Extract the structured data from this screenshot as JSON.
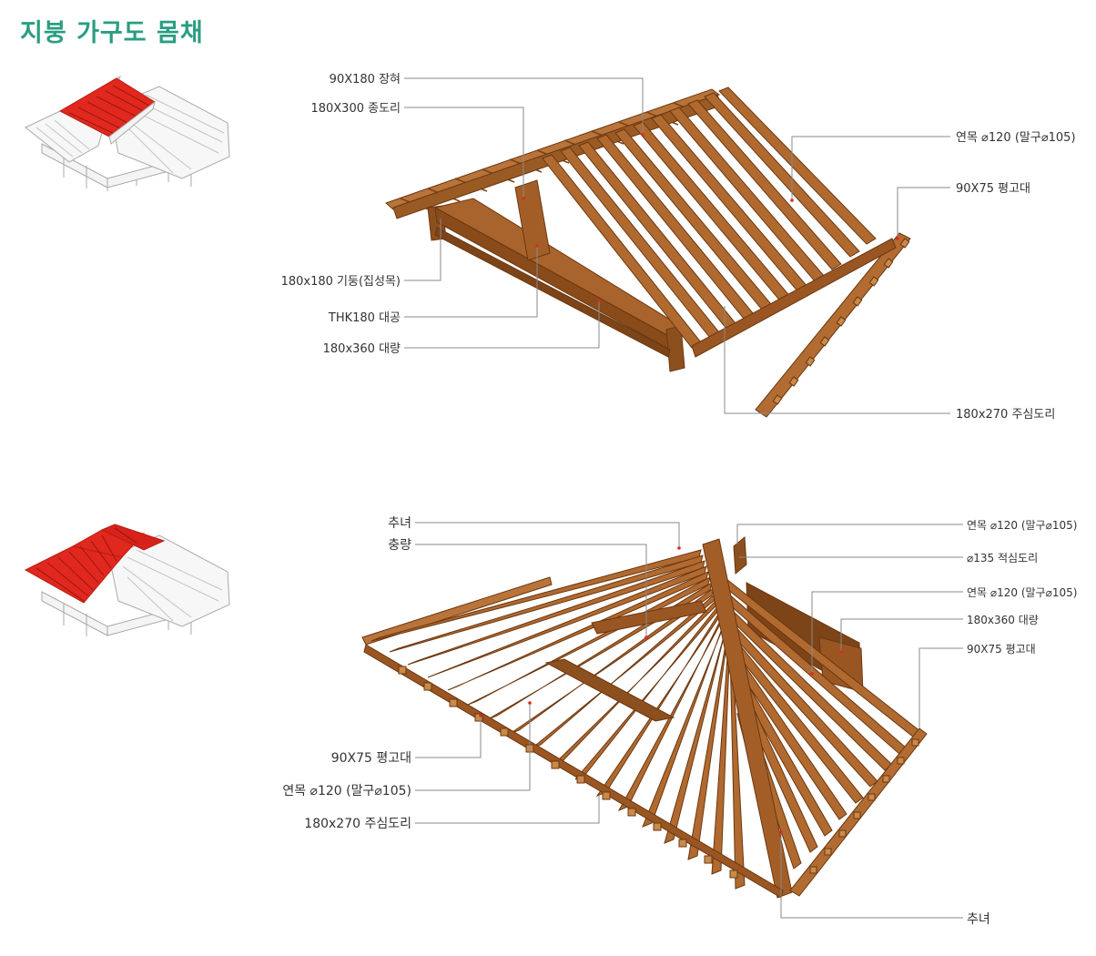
{
  "title": "지붕 가구도 몸채",
  "colors": {
    "title": "#2a9d82",
    "wood": "#a8642c",
    "wood_dark": "#7a4216",
    "wood_light": "#c98a4a",
    "highlight": "#e0281e",
    "thumb_line": "#a9a9a9"
  },
  "diagram_top": {
    "labels": {
      "janghyeo": "90X180 장혀",
      "jongdori": "180X300 종도리",
      "gidung": "180x180 기둥(집성목)",
      "daegong": "THK180 대공",
      "daeryang": "180x360 대량",
      "yeonmok": "연목 ⌀120 (말구⌀105)",
      "pyeonggodae": "90X75 평고대",
      "jusimdori": "180x270 주심도리"
    }
  },
  "diagram_bottom": {
    "labels": {
      "chunyeo_top": "추녀",
      "chungryang": "충량",
      "yeonmok_r1": "연목 ⌀120 (말구⌀105)",
      "jeoksimdori": "⌀135 적심도리",
      "yeonmok_r2": "연목 ⌀120 (말구⌀105)",
      "daeryang": "180x360 대량",
      "pyeonggodae_r": "90X75 평고대",
      "pyeonggodae_l": "90X75 평고대",
      "yeonmok_l": "연목 ⌀120 (말구⌀105)",
      "jusimdori": "180x270 주심도리",
      "chunyeo_bottom": "추녀"
    }
  }
}
